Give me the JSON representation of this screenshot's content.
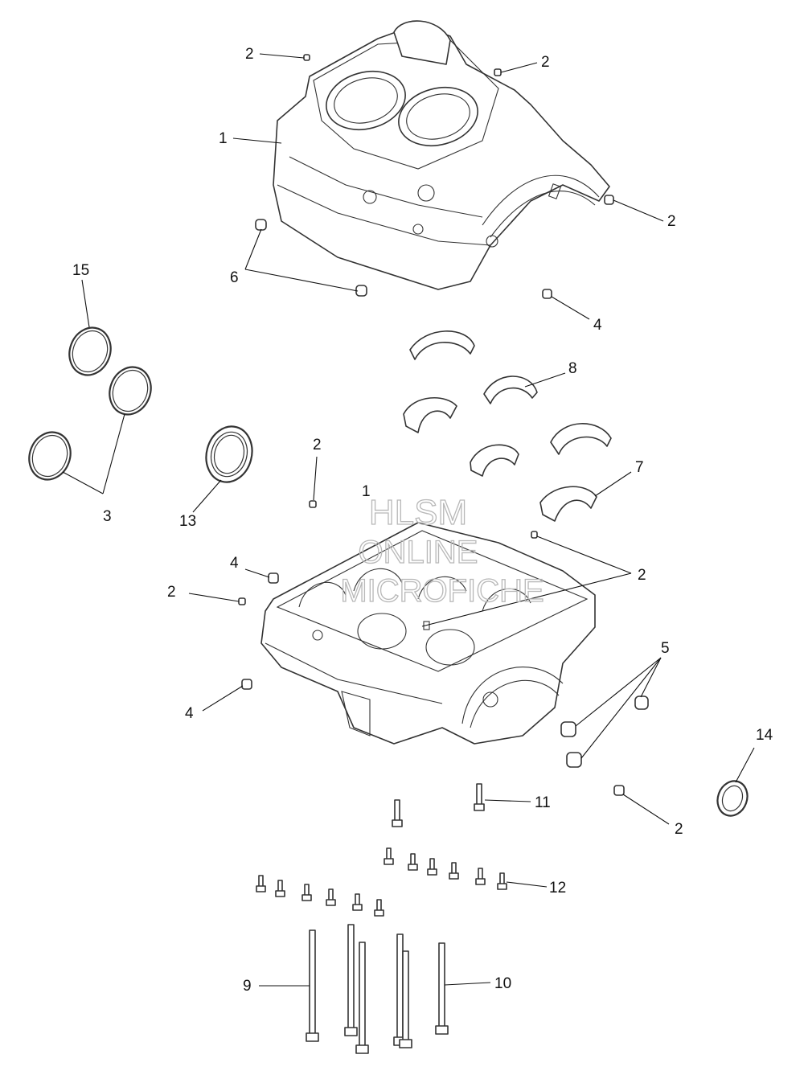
{
  "watermark": {
    "line1": "HLSM",
    "line2": "ONLINE",
    "line3": "MICROFICHE"
  },
  "callouts": {
    "c1a": "1",
    "c1b": "1",
    "c2a": "2",
    "c2b": "2",
    "c2c": "2",
    "c2d": "2",
    "c2e": "2",
    "c2f": "2",
    "c2g": "2",
    "c3": "3",
    "c4a": "4",
    "c4b": "4",
    "c4c": "4",
    "c5": "5",
    "c6": "6",
    "c7": "7",
    "c8": "8",
    "c9": "9",
    "c10": "10",
    "c11": "11",
    "c12": "12",
    "c13": "13",
    "c14": "14",
    "c15": "15"
  },
  "colors": {
    "line": "#333333",
    "text": "#111111",
    "watermark": "#b8b8b8"
  }
}
